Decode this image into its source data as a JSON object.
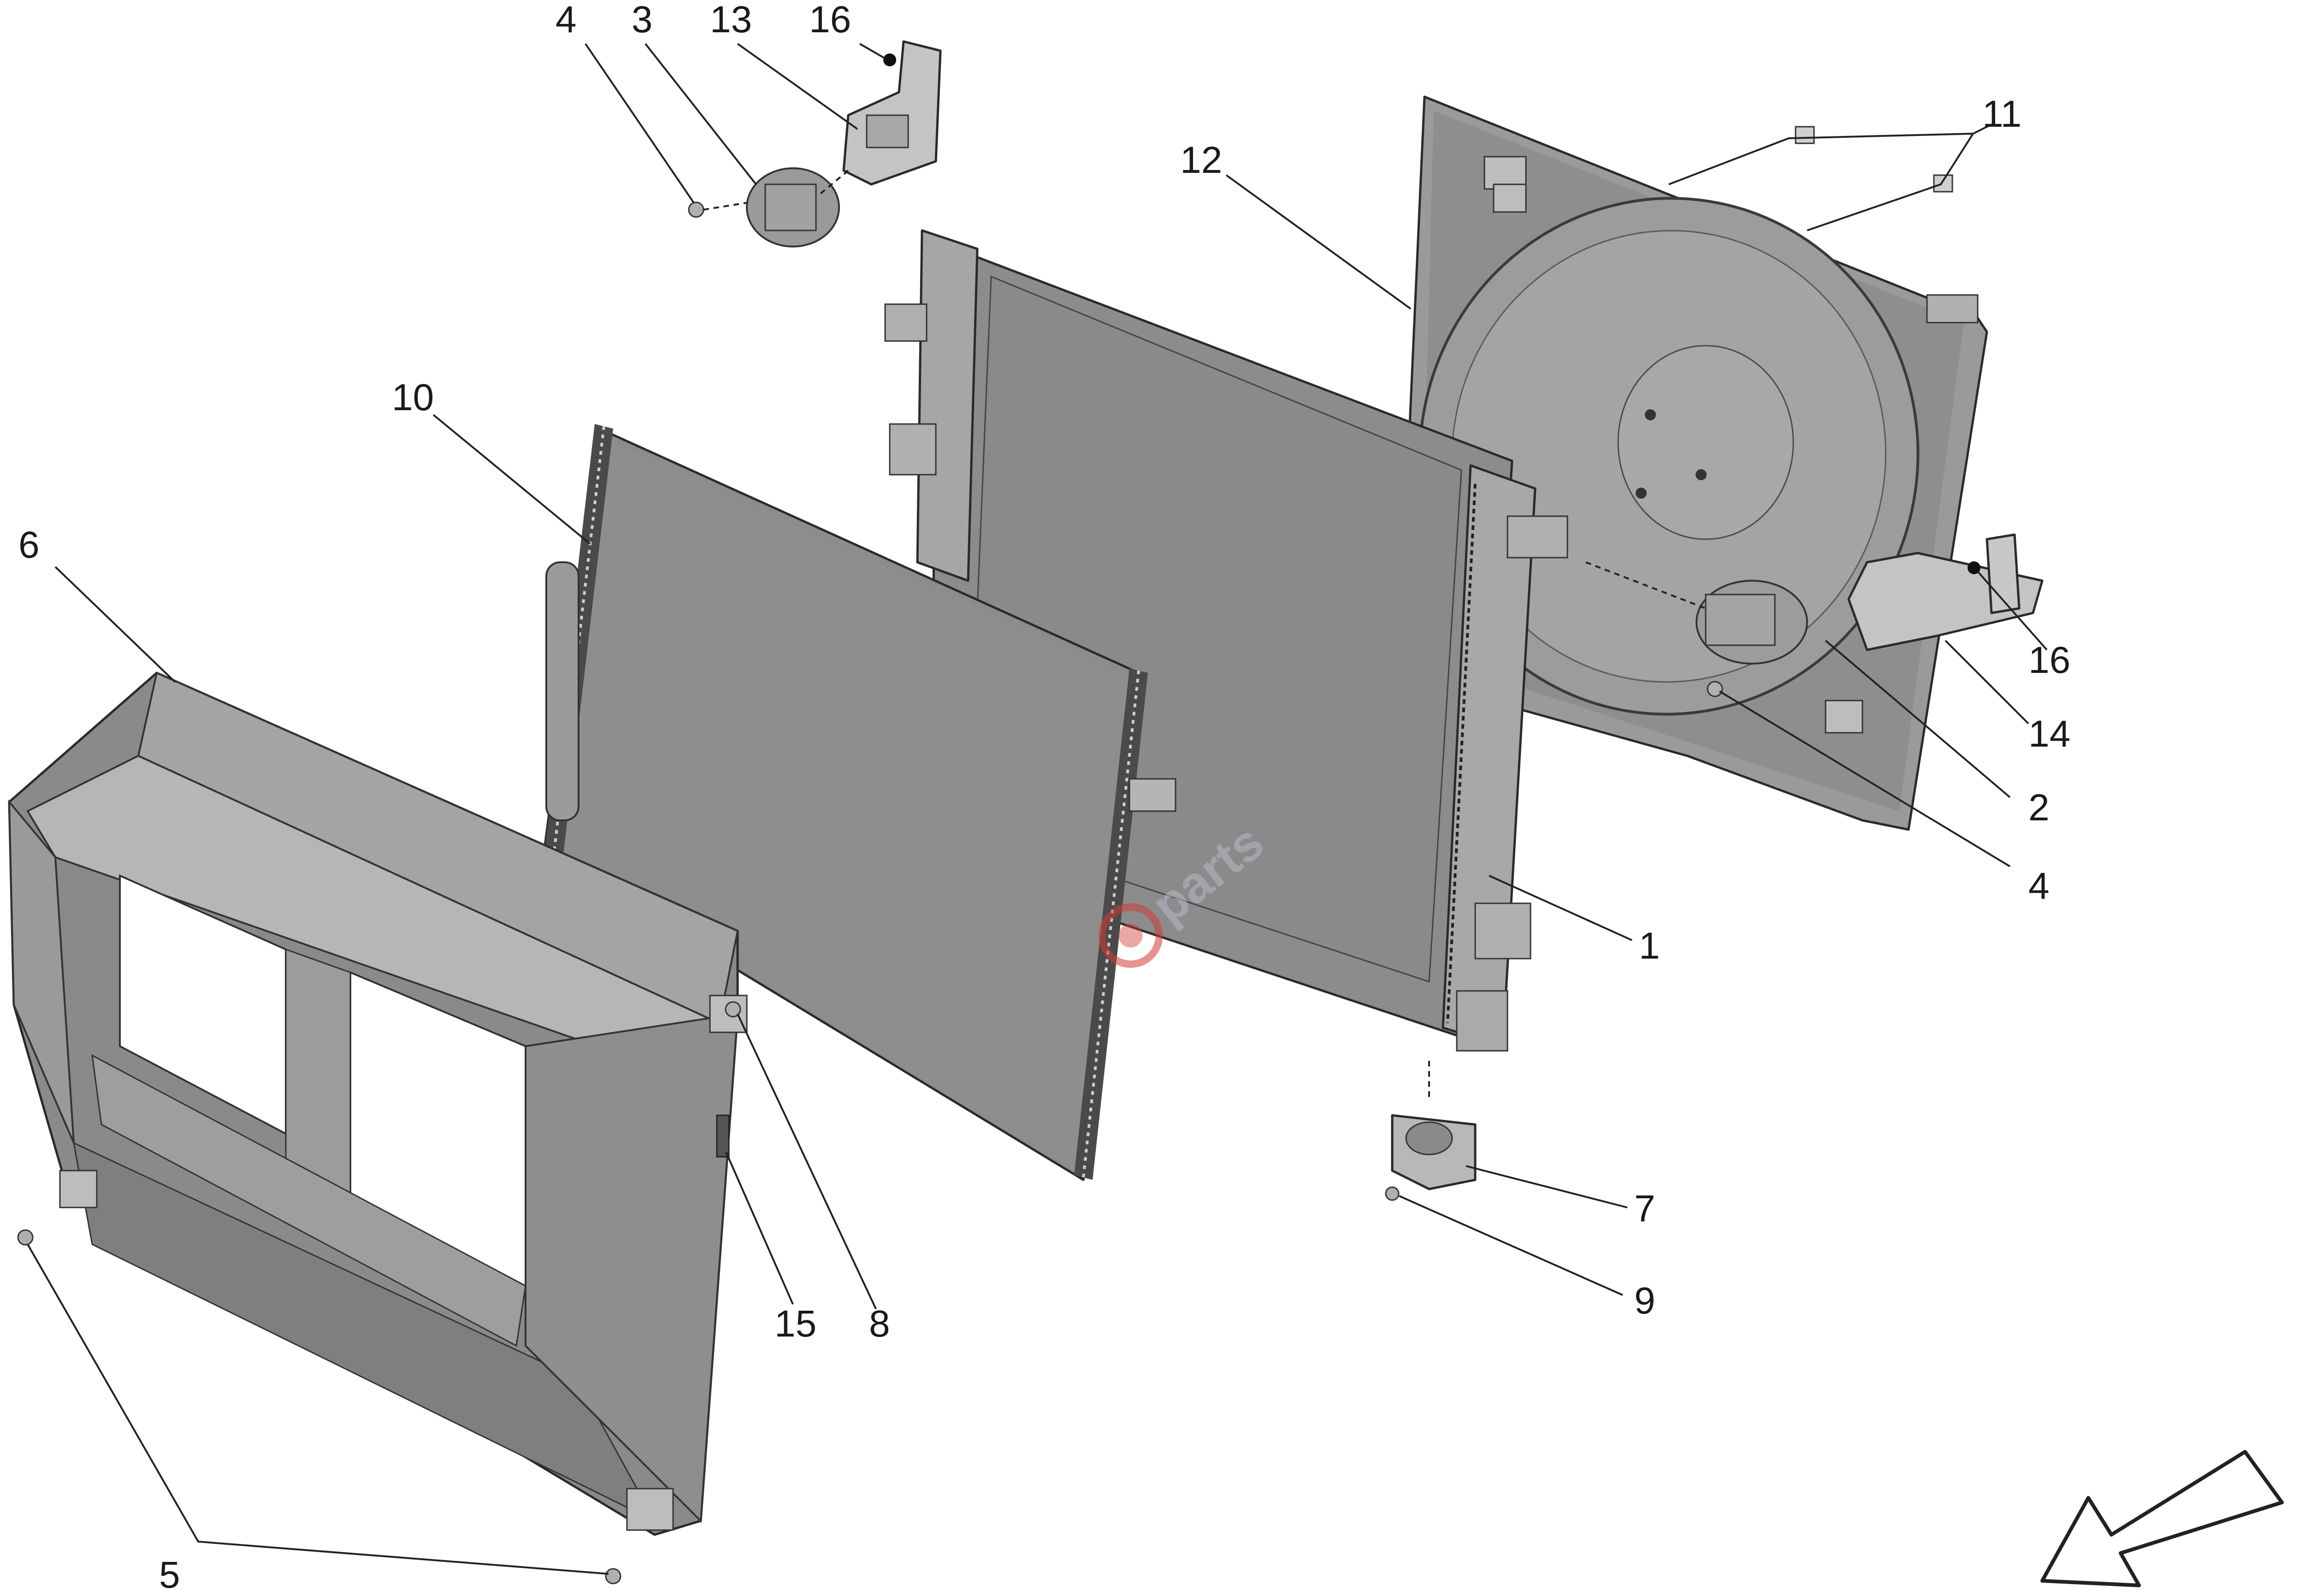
{
  "diagram": {
    "watermark": "parts",
    "colors": {
      "part_dark": "#7a7a7a",
      "part_mid": "#9a9a9a",
      "part_light": "#c4c4c4",
      "part_core": "#8c8c8c",
      "outline": "#2a2a2a",
      "watermark_red": "#d23a3a"
    },
    "callouts": {
      "c1": "1",
      "c2": "2",
      "c3": "3",
      "c4a": "4",
      "c4b": "4",
      "c5": "5",
      "c6": "6",
      "c7": "7",
      "c8": "8",
      "c9": "9",
      "c10": "10",
      "c11": "11",
      "c12": "12",
      "c13": "13",
      "c14": "14",
      "c15": "15",
      "c16a": "16",
      "c16b": "16"
    },
    "direction_arrow_icon": "arrow-down-left-icon"
  }
}
